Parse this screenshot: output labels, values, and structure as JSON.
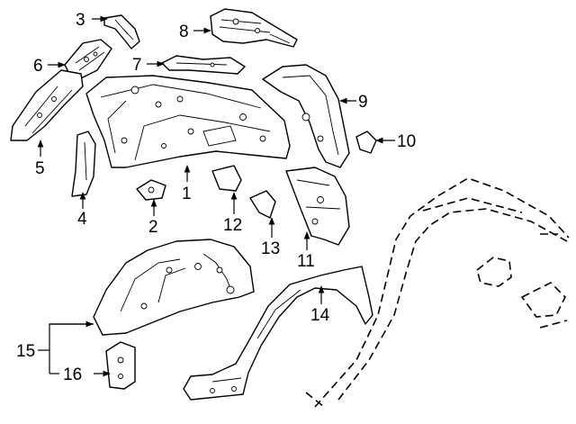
{
  "callouts": [
    {
      "id": "c1",
      "text": "1"
    },
    {
      "id": "c2",
      "text": "2"
    },
    {
      "id": "c3",
      "text": "3"
    },
    {
      "id": "c4",
      "text": "4"
    },
    {
      "id": "c5",
      "text": "5"
    },
    {
      "id": "c6",
      "text": "6"
    },
    {
      "id": "c7",
      "text": "7"
    },
    {
      "id": "c8",
      "text": "8"
    },
    {
      "id": "c9",
      "text": "9"
    },
    {
      "id": "c10",
      "text": "10"
    },
    {
      "id": "c11",
      "text": "11"
    },
    {
      "id": "c12",
      "text": "12"
    },
    {
      "id": "c13",
      "text": "13"
    },
    {
      "id": "c14",
      "text": "14"
    },
    {
      "id": "c15",
      "text": "15"
    },
    {
      "id": "c16",
      "text": "16"
    }
  ],
  "colors": {
    "line": "#000000",
    "background": "#ffffff"
  }
}
